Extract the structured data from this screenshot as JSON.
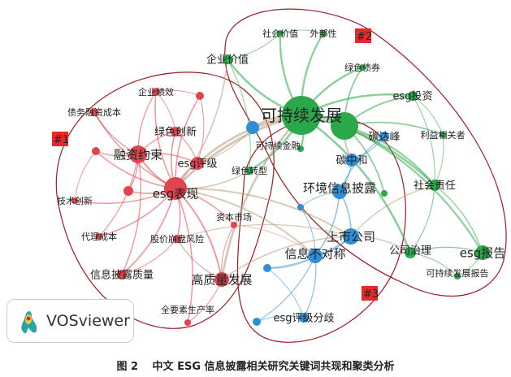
{
  "colors": {
    "cluster1": "#e0454f",
    "cluster2": "#2aa84a",
    "cluster3": "#2e8fd6",
    "hull": "#9b1c22",
    "tag": "#e8282b"
  },
  "cluster_tags": [
    "#1",
    "#2",
    "#3"
  ],
  "nodes": [
    {
      "id": "esgbx",
      "label": "esg表现",
      "cluster": 1,
      "weight": 14
    },
    {
      "id": "rzys",
      "label": "融资约束",
      "cluster": 1,
      "weight": 11
    },
    {
      "id": "esgpj",
      "label": "esg评级",
      "cluster": 1,
      "weight": 8
    },
    {
      "id": "lscx",
      "label": "绿色创新",
      "cluster": 1,
      "weight": 6
    },
    {
      "id": "qyjx",
      "label": "企业绩效",
      "cluster": 1,
      "weight": 5
    },
    {
      "id": "r1",
      "label": "",
      "cluster": 1,
      "weight": 5
    },
    {
      "id": "zwrz",
      "label": "债务融资成本",
      "cluster": 1,
      "weight": 5
    },
    {
      "id": "r2",
      "label": "",
      "cluster": 1,
      "weight": 5
    },
    {
      "id": "r3",
      "label": "",
      "cluster": 1,
      "weight": 6
    },
    {
      "id": "jscx",
      "label": "技术创新",
      "cluster": 1,
      "weight": 4
    },
    {
      "id": "dlcb",
      "label": "代理成本",
      "cluster": 1,
      "weight": 4
    },
    {
      "id": "gjbp",
      "label": "股价崩盘风险",
      "cluster": 1,
      "weight": 5
    },
    {
      "id": "zbsc",
      "label": "资本市场",
      "cluster": 1,
      "weight": 4
    },
    {
      "id": "xxplzl",
      "label": "信息披露质量",
      "cluster": 1,
      "weight": 6
    },
    {
      "id": "gzlfz",
      "label": "高质量发展",
      "cluster": 1,
      "weight": 9
    },
    {
      "id": "qysc",
      "label": "全要素生产率",
      "cluster": 1,
      "weight": 4
    },
    {
      "id": "kcxfz",
      "label": "可持续发展",
      "cluster": 2,
      "weight": 24
    },
    {
      "id": "g1",
      "label": "",
      "cluster": 2,
      "weight": 17
    },
    {
      "id": "qyjz",
      "label": "企业价值",
      "cluster": 2,
      "weight": 6
    },
    {
      "id": "shjz",
      "label": "社会价值",
      "cluster": 2,
      "weight": 4
    },
    {
      "id": "wbx",
      "label": "外部性",
      "cluster": 2,
      "weight": 4
    },
    {
      "id": "lszq",
      "label": "绿色债券",
      "cluster": 2,
      "weight": 4
    },
    {
      "id": "esgtz",
      "label": "esg投资",
      "cluster": 2,
      "weight": 6
    },
    {
      "id": "lyxgz",
      "label": "利益相关者",
      "cluster": 2,
      "weight": 4
    },
    {
      "id": "kcxjr",
      "label": "可持续金融",
      "cluster": 2,
      "weight": 4
    },
    {
      "id": "lszx",
      "label": "绿色转型",
      "cluster": 2,
      "weight": 5
    },
    {
      "id": "shzr",
      "label": "社会责任",
      "cluster": 2,
      "weight": 7
    },
    {
      "id": "gszl",
      "label": "公司治理",
      "cluster": 2,
      "weight": 7
    },
    {
      "id": "esgbg",
      "label": "esg报告",
      "cluster": 2,
      "weight": 9
    },
    {
      "id": "kcxbg",
      "label": "可持续发展报告",
      "cluster": 2,
      "weight": 4
    },
    {
      "id": "g2",
      "label": "",
      "cluster": 2,
      "weight": 4
    },
    {
      "id": "tdf",
      "label": "碳达峰",
      "cluster": 3,
      "weight": 6
    },
    {
      "id": "tzh",
      "label": "碳中和",
      "cluster": 3,
      "weight": 8
    },
    {
      "id": "hjxx",
      "label": "环境信息披露",
      "cluster": 3,
      "weight": 9
    },
    {
      "id": "ssgs",
      "label": "上市公司",
      "cluster": 3,
      "weight": 10
    },
    {
      "id": "xxbdc",
      "label": "信息不对称",
      "cluster": 3,
      "weight": 9
    },
    {
      "id": "b1",
      "label": "",
      "cluster": 3,
      "weight": 4
    },
    {
      "id": "b2",
      "label": "",
      "cluster": 3,
      "weight": 8
    },
    {
      "id": "b3",
      "label": "",
      "cluster": 3,
      "weight": 5
    },
    {
      "id": "esgfq",
      "label": "esg评级分歧",
      "cluster": 3,
      "weight": 6
    },
    {
      "id": "b4",
      "label": "",
      "cluster": 3,
      "weight": 5
    }
  ],
  "edges": [
    [
      "esgbx",
      "rzys"
    ],
    [
      "esgbx",
      "esgpj"
    ],
    [
      "esgbx",
      "lscx"
    ],
    [
      "esgbx",
      "qyjx"
    ],
    [
      "esgbx",
      "zwrz"
    ],
    [
      "esgbx",
      "r2"
    ],
    [
      "esgbx",
      "r3"
    ],
    [
      "esgbx",
      "jscx"
    ],
    [
      "esgbx",
      "dlcb"
    ],
    [
      "esgbx",
      "gjbp"
    ],
    [
      "esgbx",
      "zbsc"
    ],
    [
      "esgbx",
      "xxplzl"
    ],
    [
      "esgbx",
      "gzlfz"
    ],
    [
      "esgbx",
      "qysc"
    ],
    [
      "esgbx",
      "r1"
    ],
    [
      "rzys",
      "zwrz"
    ],
    [
      "rzys",
      "qyjx"
    ],
    [
      "rzys",
      "lscx"
    ],
    [
      "rzys",
      "esgpj"
    ],
    [
      "rzys",
      "r2"
    ],
    [
      "rzys",
      "r3"
    ],
    [
      "rzys",
      "dlcb"
    ],
    [
      "rzys",
      "xxplzl"
    ],
    [
      "qyjx",
      "r1"
    ],
    [
      "qyjx",
      "lscx"
    ],
    [
      "r1",
      "esgpj"
    ],
    [
      "lscx",
      "esgpj"
    ],
    [
      "gjbp",
      "xxplzl"
    ],
    [
      "gzlfz",
      "qysc"
    ],
    [
      "gzlfz",
      "gjbp"
    ],
    [
      "gzlfz",
      "zbsc"
    ],
    [
      "jscx",
      "r2"
    ],
    [
      "kcxfz",
      "g1"
    ],
    [
      "kcxfz",
      "qyjz"
    ],
    [
      "kcxfz",
      "shjz"
    ],
    [
      "kcxfz",
      "wbx"
    ],
    [
      "kcxfz",
      "lszq"
    ],
    [
      "kcxfz",
      "esgtz"
    ],
    [
      "kcxfz",
      "kcxjr"
    ],
    [
      "kcxfz",
      "lszx"
    ],
    [
      "kcxfz",
      "shzr"
    ],
    [
      "kcxfz",
      "gszl"
    ],
    [
      "g1",
      "lszq"
    ],
    [
      "g1",
      "esgtz"
    ],
    [
      "g1",
      "lyxgz"
    ],
    [
      "g1",
      "shzr"
    ],
    [
      "g1",
      "esgbg"
    ],
    [
      "g1",
      "g2"
    ],
    [
      "shjz",
      "wbx"
    ],
    [
      "shjz",
      "qyjz"
    ],
    [
      "esgtz",
      "shzr"
    ],
    [
      "esgtz",
      "lyxgz"
    ],
    [
      "lyxgz",
      "shzr"
    ],
    [
      "shzr",
      "gszl"
    ],
    [
      "shzr",
      "esgbg"
    ],
    [
      "gszl",
      "esgbg"
    ],
    [
      "gszl",
      "kcxbg"
    ],
    [
      "esgbg",
      "kcxbg"
    ],
    [
      "qyjz",
      "lszx"
    ],
    [
      "tdf",
      "tzh"
    ],
    [
      "tzh",
      "hjxx"
    ],
    [
      "tzh",
      "g1"
    ],
    [
      "tdf",
      "g1"
    ],
    [
      "hjxx",
      "ssgs"
    ],
    [
      "hjxx",
      "xxbdc"
    ],
    [
      "ssgs",
      "xxbdc"
    ],
    [
      "ssgs",
      "b3"
    ],
    [
      "xxbdc",
      "b3"
    ],
    [
      "xxbdc",
      "esgfq"
    ],
    [
      "xxbdc",
      "b4"
    ],
    [
      "b3",
      "esgfq"
    ],
    [
      "b4",
      "esgfq"
    ],
    [
      "b2",
      "kcxfz"
    ],
    [
      "b2",
      "esgpj"
    ],
    [
      "b1",
      "hjxx"
    ],
    [
      "b1",
      "xxbdc"
    ],
    [
      "ssgs",
      "gszl"
    ],
    [
      "ssgs",
      "shzr"
    ],
    [
      "hjxx",
      "tdf"
    ],
    [
      "esgbx",
      "kcxfz"
    ],
    [
      "esgbx",
      "ssgs"
    ],
    [
      "esgbx",
      "xxbdc"
    ],
    [
      "esgpj",
      "kcxfz"
    ],
    [
      "gzlfz",
      "ssgs"
    ],
    [
      "gzlfz",
      "kcxfz"
    ],
    [
      "lszx",
      "esgbx"
    ],
    [
      "qyjz",
      "esgbx"
    ],
    [
      "zbsc",
      "xxbdc"
    ],
    [
      "gjbp",
      "ssgs"
    ]
  ],
  "logo": {
    "text": "VOSviewer"
  },
  "caption": "图 2　 中文 ESG 信息披露相关研究关键词共现和聚类分析"
}
